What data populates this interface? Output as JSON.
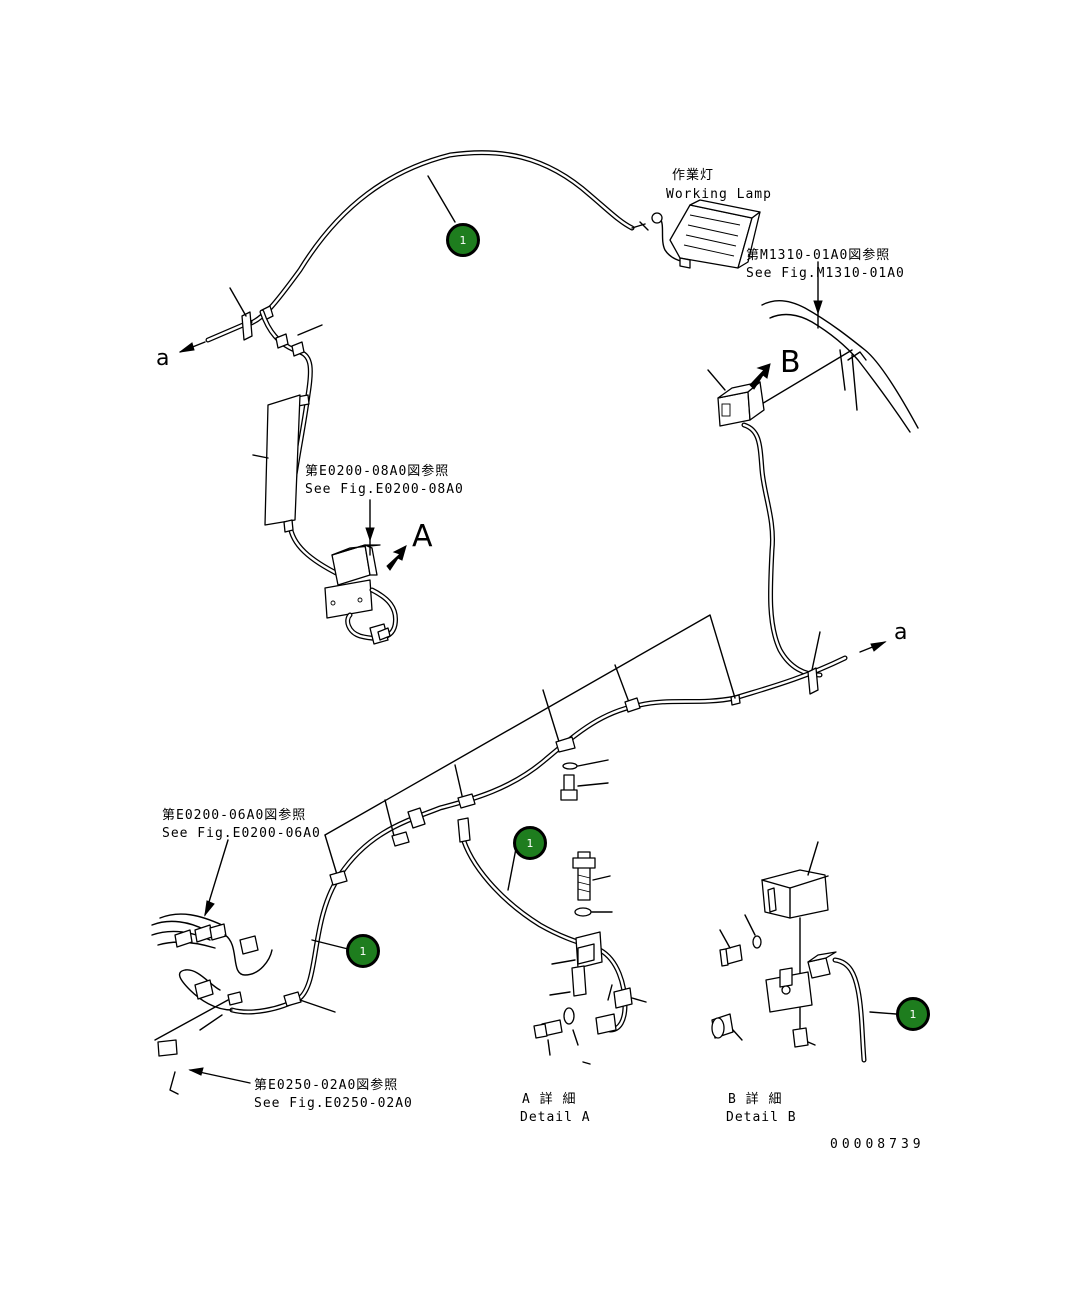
{
  "labels": {
    "working_lamp_ja": "作業灯",
    "working_lamp_en": "Working Lamp",
    "ref_m1310_ja": "第M1310-01A0図参照",
    "ref_m1310_en": "See Fig.M1310-01A0",
    "ref_e0200_08_ja": "第E0200-08A0図参照",
    "ref_e0200_08_en": "See Fig.E0200-08A0",
    "ref_e0200_06_ja": "第E0200-06A0図参照",
    "ref_e0200_06_en": "See Fig.E0200-06A0",
    "ref_e0250_02_ja": "第E0250-02A0図参照",
    "ref_e0250_02_en": "See Fig.E0250-02A0",
    "detail_a_ja": "A 詳 細",
    "detail_a_en": "Detail A",
    "detail_b_ja": "B 詳 細",
    "detail_b_en": "Detail B",
    "view_a": "A",
    "view_b": "B",
    "conn_a_left": "a",
    "conn_a_right": "a",
    "drawing_number": "00008739"
  },
  "callouts": [
    {
      "number": "1"
    },
    {
      "number": "1"
    },
    {
      "number": "1"
    },
    {
      "number": "1"
    }
  ],
  "colors": {
    "callout_fill": "#1e7d1e",
    "line": "#000000"
  }
}
